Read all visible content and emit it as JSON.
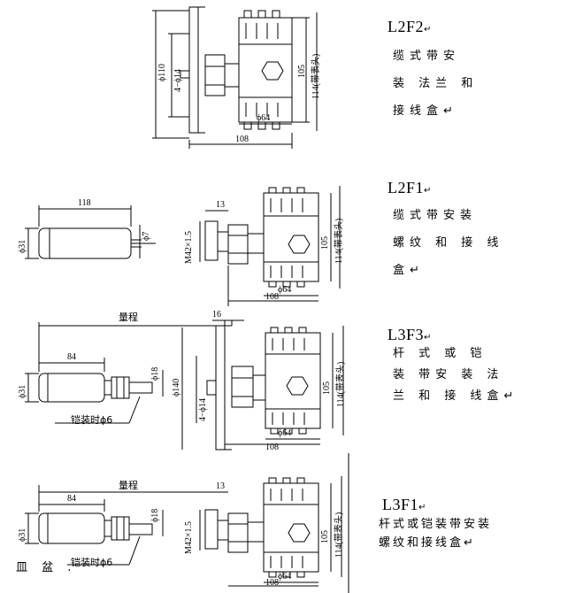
{
  "models": [
    {
      "code": "L2F2",
      "mark": "↵",
      "desc_lines": [
        "缆式带安",
        "装 法兰 和",
        "接线盒↵"
      ]
    },
    {
      "code": "L2F1",
      "mark": "↵",
      "desc_lines": [
        "缆式带安装",
        "螺纹 和 接 线",
        "盒↵"
      ]
    },
    {
      "code": "L3F3",
      "mark": "↵",
      "desc_lines": [
        "杆 式 或 铠",
        "装 带安 装 法",
        "兰 和 接 线盒↵"
      ]
    },
    {
      "code": "L3F1",
      "mark": "↵",
      "desc_lines": [
        "杆式或铠装带安装",
        "螺纹和接线盒↵"
      ]
    }
  ],
  "dims": {
    "d110": "ϕ110",
    "d14": "4−ϕ14",
    "d64": "ϕ64",
    "l108": "108",
    "h105": "105",
    "h114": "114(带表头)",
    "l118": "118",
    "d31": "ϕ31",
    "d7": "ϕ7",
    "l13": "13",
    "m42": "M42×1.5",
    "range": "量程",
    "l16": "16",
    "l84": "84",
    "d18": "ϕ18",
    "d140": "ϕ140",
    "armor": "铠装时ϕ6"
  },
  "bottom_note": "皿 盆 ."
}
